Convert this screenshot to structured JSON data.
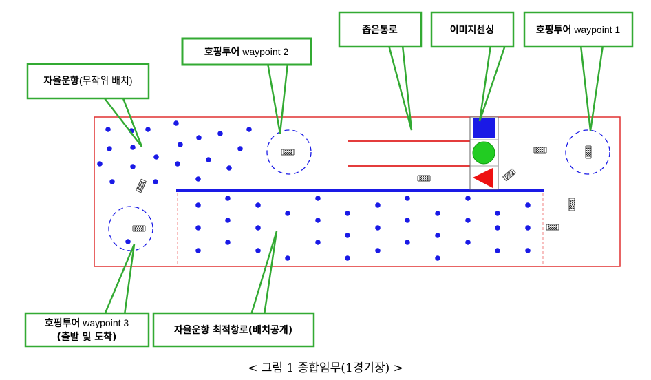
{
  "callouts": {
    "autonomous_random": {
      "bold": "자율운항",
      "rest": "(무작위 배치)"
    },
    "waypoint2": {
      "bold": "호핑투어",
      "rest": " waypoint 2"
    },
    "narrow_passage": {
      "bold": "좁은통로",
      "rest": ""
    },
    "image_sensing": {
      "bold": "이미지센싱",
      "rest": ""
    },
    "waypoint1": {
      "bold": "호핑투어",
      "rest": " waypoint 1"
    },
    "waypoint3": {
      "line1_bold": "호핑투어",
      "line1_rest": " waypoint 3",
      "line2": "(출발 및 도착)"
    },
    "optimal_route": {
      "bold": "자율운항 최적항로(배치공개)",
      "rest": ""
    }
  },
  "caption": "< 그림 1 종합임무(1경기장) >",
  "colors": {
    "callout_border": "#33aa33",
    "field_border": "#e03030",
    "buoy": "#1a1ae6",
    "blue_line": "#1a1ae6",
    "red_lines": "#e02020",
    "green_circle": "#22cc22",
    "blue_square": "#1a1ae6",
    "red_triangle": "#ee1111"
  },
  "icons": [
    "buoy-dot",
    "boat-icon",
    "waypoint-circle",
    "blue-square-target",
    "green-circle-target",
    "red-triangle-target"
  ]
}
